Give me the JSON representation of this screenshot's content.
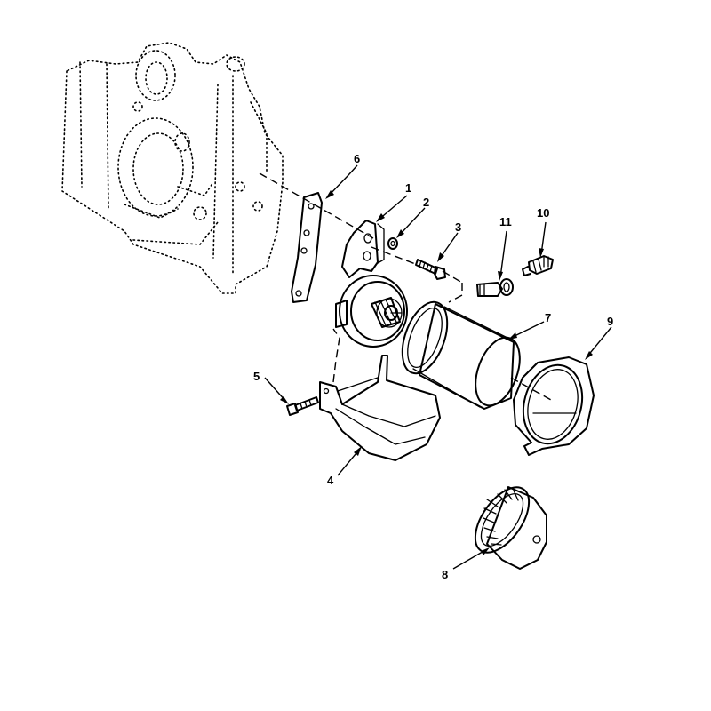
{
  "callouts": [
    {
      "id": "callout-1",
      "label": "1"
    },
    {
      "id": "callout-2",
      "label": "2"
    },
    {
      "id": "callout-3",
      "label": "3"
    },
    {
      "id": "callout-4",
      "label": "4"
    },
    {
      "id": "callout-5",
      "label": "5"
    },
    {
      "id": "callout-6",
      "label": "6"
    },
    {
      "id": "callout-7",
      "label": "7"
    },
    {
      "id": "callout-8",
      "label": "8"
    },
    {
      "id": "callout-9",
      "label": "9"
    },
    {
      "id": "callout-10",
      "label": "10"
    },
    {
      "id": "callout-11",
      "label": "11"
    }
  ]
}
